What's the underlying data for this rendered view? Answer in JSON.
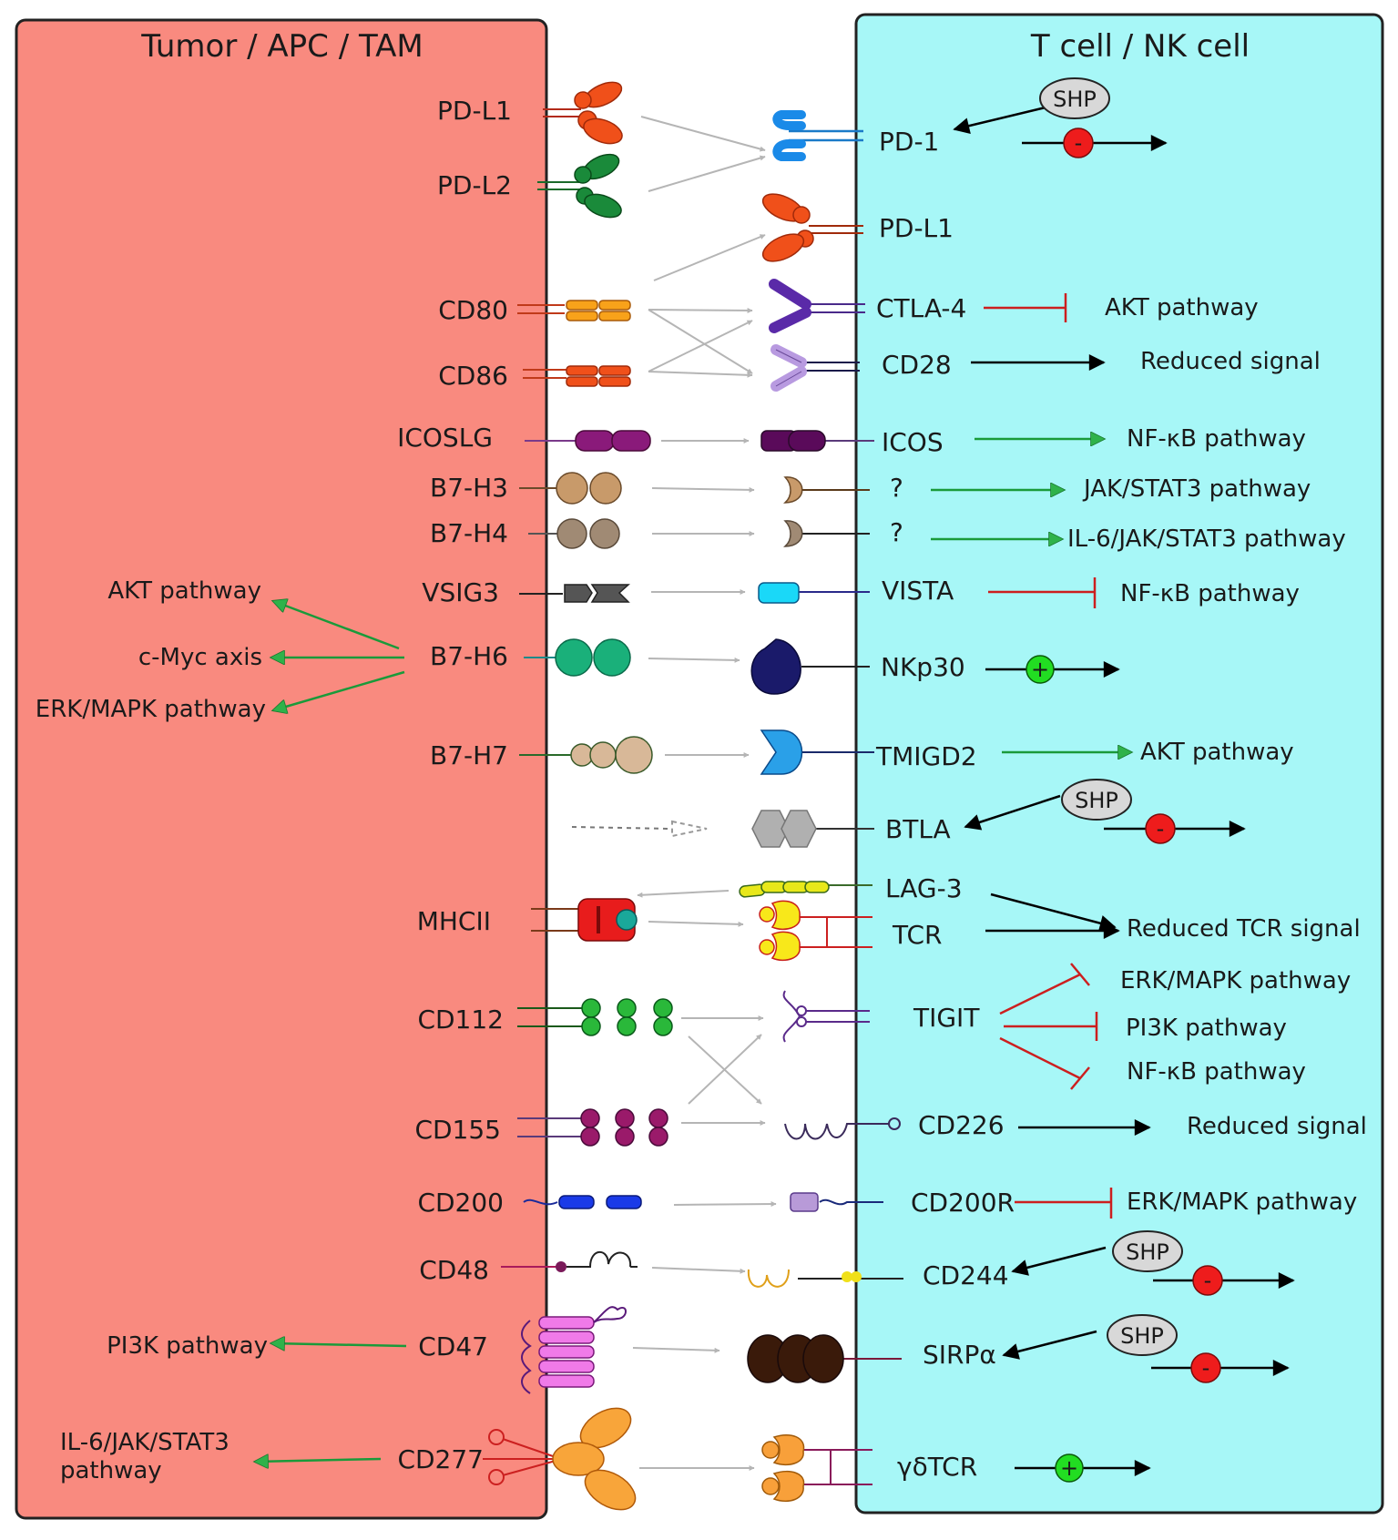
{
  "panels": {
    "left_title": "Tumor / APC / TAM",
    "right_title": "T  cell / NK cell"
  },
  "ligands": {
    "pdl1": "PD-L1",
    "pdl2": "PD-L2",
    "cd80": "CD80",
    "cd86": "CD86",
    "icoslg": "ICOSLG",
    "b7h3": "B7-H3",
    "b7h4": "B7-H4",
    "vsig3": "VSIG3",
    "b7h6": "B7-H6",
    "b7h7": "B7-H7",
    "mhcii": "MHCII",
    "cd112": "CD112",
    "cd155": "CD155",
    "cd200": "CD200",
    "cd48": "CD48",
    "cd47": "CD47",
    "cd277": "CD277"
  },
  "receptors": {
    "pd1": "PD-1",
    "pdl1": "PD-L1",
    "ctla4": "CTLA-4",
    "cd28": "CD28",
    "icos": "ICOS",
    "q1": "?",
    "q2": "?",
    "vista": "VISTA",
    "nkp30": "NKp30",
    "tmigd2": "TMIGD2",
    "btla": "BTLA",
    "lag3": "LAG-3",
    "tcr": "TCR",
    "tigit": "TIGIT",
    "cd226": "CD226",
    "cd200r": "CD200R",
    "cd244": "CD244",
    "sirpa": "SIRPα",
    "gdtcr": "γδTCR"
  },
  "right_outcomes": {
    "ctla4": "AKT pathway",
    "cd28": "Reduced signal",
    "icos": "NF-κB pathway",
    "b7h3": "JAK/STAT3 pathway",
    "b7h4": "IL-6/JAK/STAT3 pathway",
    "vista": "NF-κB pathway",
    "tmigd2": "AKT pathway",
    "tcr": "Reduced TCR signal",
    "tigit_1": "ERK/MAPK pathway",
    "tigit_2": "PI3K pathway",
    "tigit_3": "NF-κB pathway",
    "cd226": "Reduced signal",
    "cd200r": "ERK/MAPK pathway"
  },
  "left_outcomes": {
    "b7h6_1": "AKT pathway",
    "b7h6_2": "c-Myc axis",
    "b7h6_3": "ERK/MAPK pathway",
    "cd47": "PI3K pathway",
    "cd277_line1": "IL-6/JAK/STAT3",
    "cd277_line2": "pathway"
  },
  "symbols": {
    "shp": "SHP",
    "minus": "-",
    "plus": "+"
  },
  "colors": {
    "left_panel": "#f98a7f",
    "right_panel": "#a7f7f7",
    "activate": "#1a9a3a",
    "inhibit": "#cc1f1f",
    "neutral_arrow": "#b5b5b5",
    "minus_circle": "#ee1c1c",
    "plus_circle": "#22dd22"
  }
}
